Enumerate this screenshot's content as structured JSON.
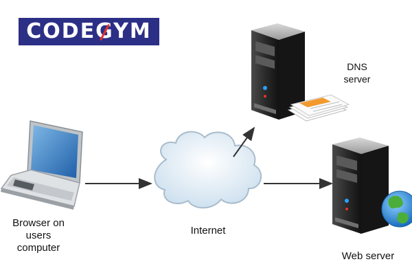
{
  "logo": {
    "text": "CODEGYM",
    "bg_color": "#2c2f86",
    "accent_color": "#e2322b"
  },
  "nodes": {
    "browser": {
      "label_line1": "Browser on",
      "label_line2": "users",
      "label_line3": "computer",
      "icon": "laptop-icon"
    },
    "internet": {
      "label": "Internet",
      "icon": "cloud-icon"
    },
    "dns": {
      "label_line1": "DNS",
      "label_line2": "server",
      "icon": "server-tower-icon"
    },
    "web": {
      "label": "Web server",
      "icon": "server-tower-icon"
    }
  },
  "connections": [
    {
      "from": "browser",
      "to": "internet"
    },
    {
      "from": "internet",
      "to": "dns"
    },
    {
      "from": "internet",
      "to": "web"
    }
  ],
  "colors": {
    "arrow": "#333333",
    "cloud": "#e3eef6",
    "server_body": "#2a2a2a"
  }
}
